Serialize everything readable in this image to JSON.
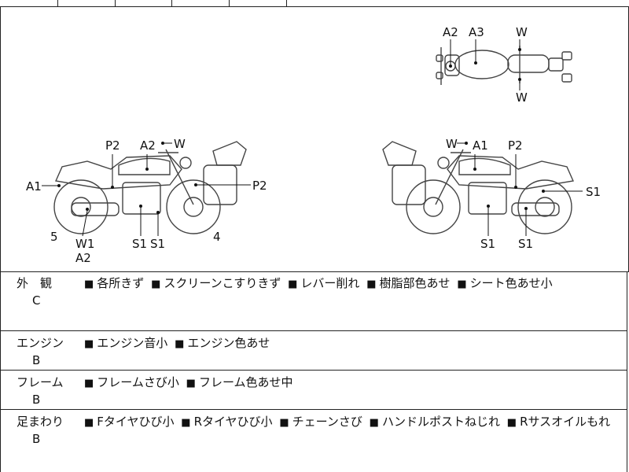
{
  "diagram": {
    "top_view_labels": [
      "A2",
      "A3",
      "W",
      "W"
    ],
    "left_side_labels": [
      "P2",
      "A2",
      "W",
      "A1",
      "P2",
      "5",
      "W1",
      "A2",
      "S1",
      "S1",
      "4"
    ],
    "right_side_labels": [
      "W",
      "A1",
      "P2",
      "S1",
      "S1",
      "S1"
    ]
  },
  "sections": [
    {
      "title": "外　観",
      "grade": "C",
      "items": [
        "各所きず",
        "スクリーンこすりきず",
        "レバー削れ",
        "樹脂部色あせ",
        "シート色あせ小"
      ]
    },
    {
      "title": "エンジン",
      "grade": "B",
      "items": [
        "エンジン音小",
        "エンジン色あせ"
      ]
    },
    {
      "title": "フレーム",
      "grade": "B",
      "items": [
        "フレームさび小",
        "フレーム色あせ中"
      ]
    },
    {
      "title": "足まわり",
      "grade": "B",
      "items": [
        "Fタイヤひび小",
        "Rタイヤひび小",
        "チェーンさび",
        "ハンドルポストねじれ",
        "Rサスオイルもれ"
      ]
    }
  ],
  "bullet": "■"
}
